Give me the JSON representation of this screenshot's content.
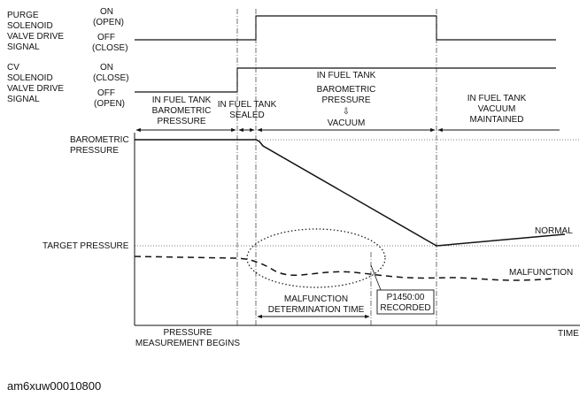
{
  "signals": {
    "purge": {
      "name": [
        "PURGE",
        "SOLENOID",
        "VALVE DRIVE",
        "SIGNAL"
      ],
      "on": [
        "ON",
        "(OPEN)"
      ],
      "off": [
        "OFF",
        "(CLOSE)"
      ]
    },
    "cv": {
      "name": [
        "CV",
        "SOLENOID",
        "VALVE DRIVE",
        "SIGNAL"
      ],
      "on": [
        "ON",
        "(CLOSE)"
      ],
      "off": [
        "OFF",
        "(OPEN)"
      ]
    }
  },
  "phases": {
    "top_label": "IN FUEL TANK",
    "p1": [
      "IN FUEL TANK",
      "BAROMETRIC",
      "PRESSURE"
    ],
    "p2": [
      "IN FUEL TANK",
      "SEALED"
    ],
    "p3": [
      "BAROMETRIC",
      "PRESSURE",
      "⇩",
      "VACUUM"
    ],
    "p4": [
      "IN FUEL TANK",
      "VACUUM",
      "MAINTAINED"
    ]
  },
  "pressure": {
    "barometric": [
      "BAROMETRIC",
      "PRESSURE"
    ],
    "target": "TARGET PRESSURE",
    "normal": "NORMAL",
    "malfunction": "MALFUNCTION"
  },
  "timing": {
    "determination": [
      "MALFUNCTION",
      "DETERMINATION TIME"
    ],
    "code_box": [
      "P1450:00",
      "RECORDED"
    ],
    "measurement_begins": [
      "PRESSURE",
      "MEASUREMENT BEGINS"
    ],
    "time_axis": "TIME"
  },
  "figure_id": "am6xuw00010800"
}
